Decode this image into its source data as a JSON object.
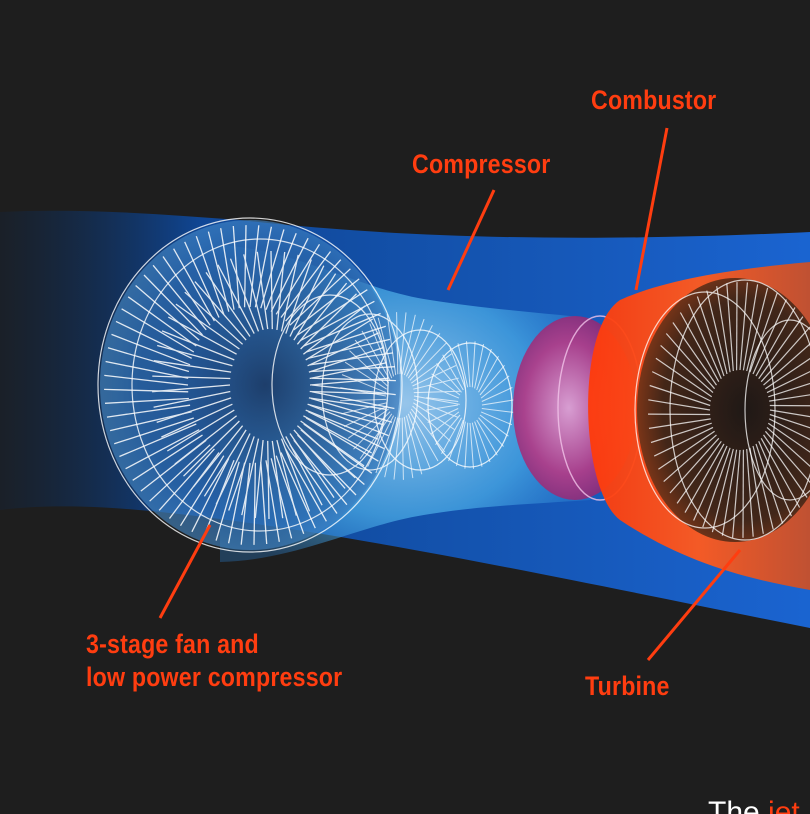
{
  "labels": {
    "combustor": "Combustor",
    "compressor": "Compressor",
    "fan_line1": "3-stage fan and",
    "fan_line2": "low power compressor",
    "turbine": "Turbine"
  },
  "caption": {
    "lead": "The",
    "accent": "jet"
  },
  "colors": {
    "background": "#1e1e1e",
    "label": "#ff3d10",
    "bypass_duct": "#1464d2",
    "compressor_glow": "#54c8ff",
    "combustor_chamber": "#c04a8c",
    "turbine_shell": "#ff4a10",
    "wireframe": "#ffffff"
  }
}
